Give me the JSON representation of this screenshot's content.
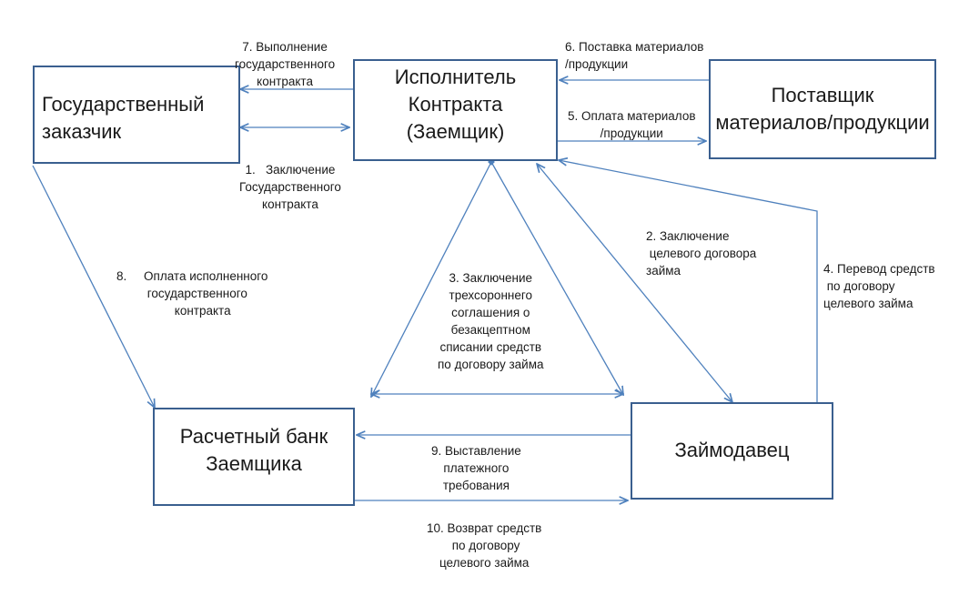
{
  "colors": {
    "box_border": "#3a5f8f",
    "arrow": "#4f81bd"
  },
  "entities": {
    "state_customer": "Государственный\nзаказчик",
    "contractor": "Исполнитель\nКонтракта\n(Заемщик)",
    "supplier": "Поставщик\nматериалов/продукции",
    "bank": "Расчетный банк\nЗаемщика",
    "lender": "Займодавец"
  },
  "steps": {
    "s1": "1.   Заключение\nГосударственного\nконтракта",
    "s2": "2. Заключение\n целевого договора\nзайма",
    "s3": "3. Заключение\nтрехсороннего\nсоглашения о\nбезакцептном\nсписании средств\nпо договору займа",
    "s4": "4. Перевод средств\n по договору\nцелевого займа",
    "s5": "5. Оплата материалов\n/продукции",
    "s6": "6. Поставка материалов\n/продукции",
    "s7": "7. Выполнение\nгосударственного\nконтракта",
    "s8": "8.     Оплата исполненного\n         государственного\n                 контракта",
    "s9": "9. Выставление\nплатежного\nтребования",
    "s10": "10. Возврат средств\n по договору\nцелевого займа"
  }
}
